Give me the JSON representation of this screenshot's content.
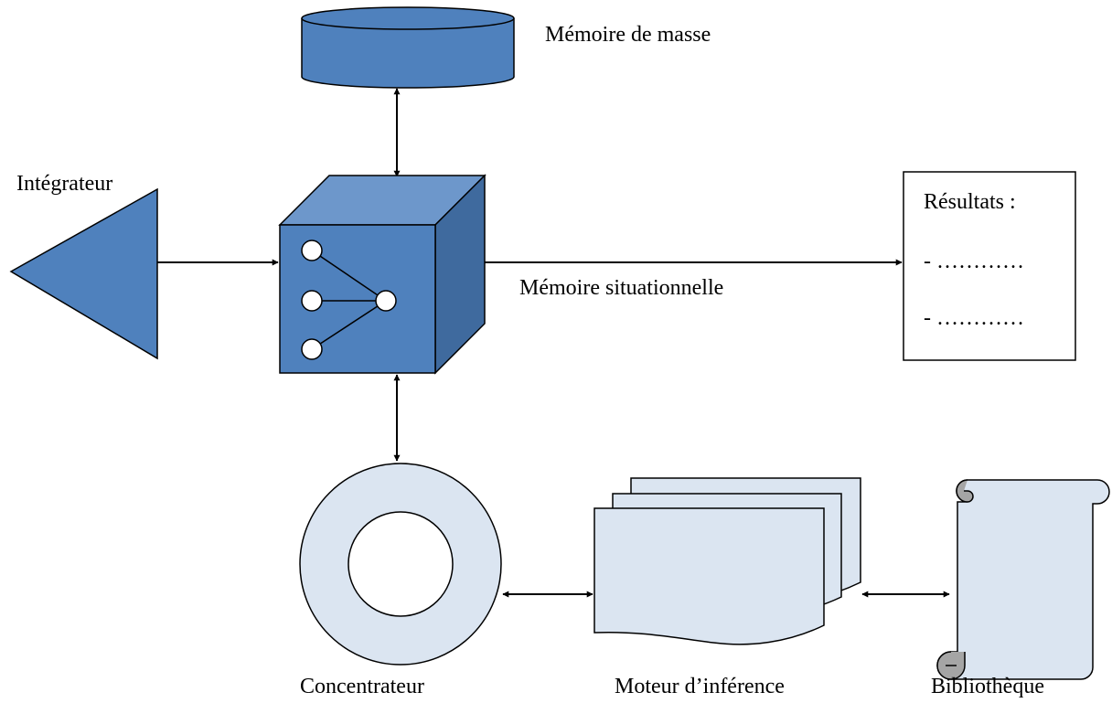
{
  "labels": {
    "mass_memory": "Mémoire de masse",
    "integrator": "Intégrateur",
    "situational_memory": "Mémoire situationnelle",
    "concentrator": "Concentrateur",
    "inference_engine": "Moteur d’inférence",
    "library": "Bibliothèque"
  },
  "results": {
    "title": "Résultats :",
    "items": [
      "- …………",
      "- …………"
    ]
  },
  "colors": {
    "dark_blue": "#4f81bd",
    "dark_blue_top": "#6d97cb",
    "dark_blue_side": "#3f6a9e",
    "light_blue": "#dbe5f1",
    "stroke": "#000000",
    "arrow": "#000000"
  }
}
